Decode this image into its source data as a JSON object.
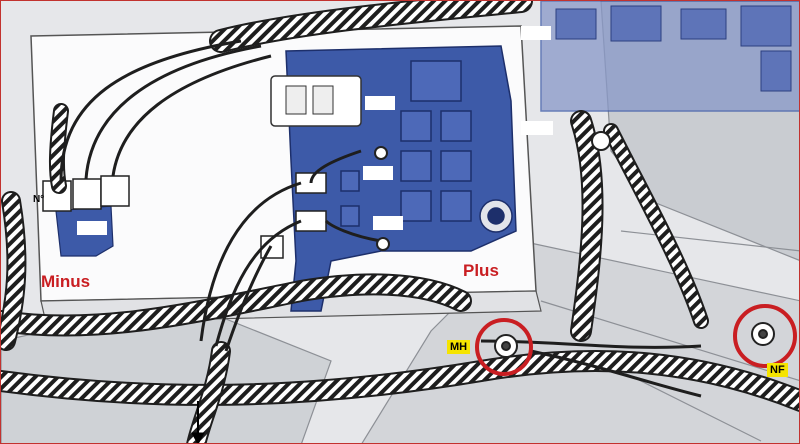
{
  "labels": {
    "minus": "Minus",
    "plus": "Plus",
    "n": "N°",
    "mh": "MH",
    "nf": "NF"
  },
  "colors": {
    "fuse_box_blue": "#3d5aa8",
    "callout_red": "#c91e22",
    "tag_yellow": "#f5e400",
    "harness": "#1e1e1e"
  },
  "callouts": [
    {
      "target": "ground-point-mh"
    },
    {
      "target": "ground-point-nf"
    }
  ]
}
